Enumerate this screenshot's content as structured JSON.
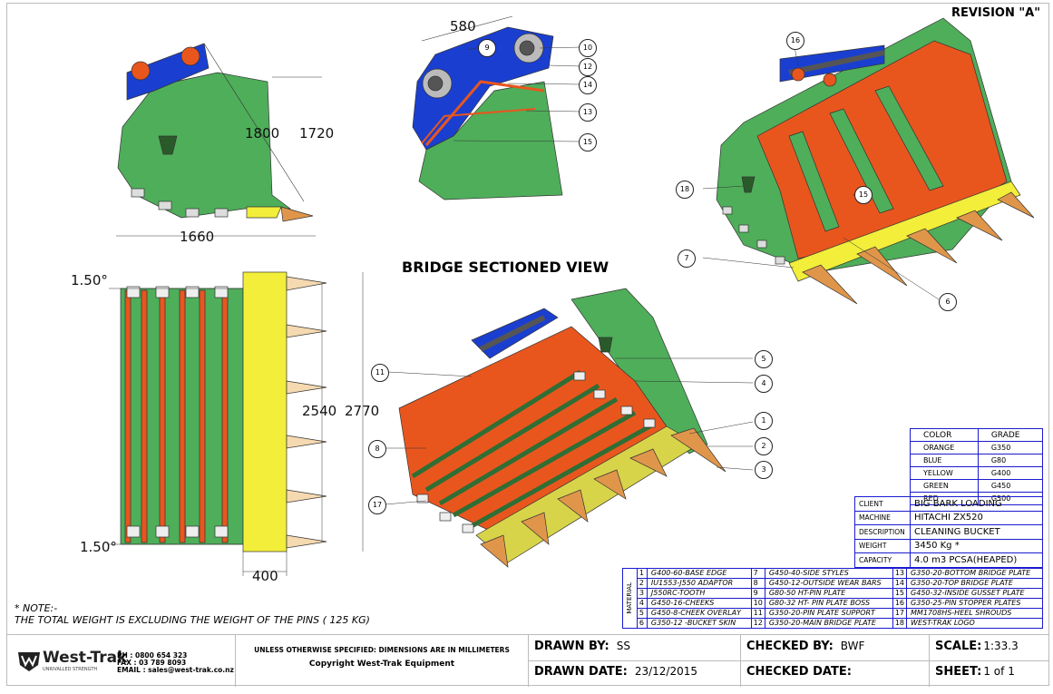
{
  "revision": "REVISION \"A\"",
  "section_title": "BRIDGE SECTIONED VIEW",
  "dimensions": {
    "bridge_width": "580",
    "height_outer": "1800",
    "height_inner": "1720",
    "depth": "1660",
    "angle_top": "1.50°",
    "angle_bottom": "1.50°",
    "width_inner": "2540",
    "width_outer": "2770",
    "edge_width": "400"
  },
  "callouts": {
    "c1": "1",
    "c2": "2",
    "c3": "3",
    "c4": "4",
    "c5": "5",
    "c6": "6",
    "c7": "7",
    "c8": "8",
    "c9": "9",
    "c10": "10",
    "c11": "11",
    "c12": "12",
    "c13": "13",
    "c14": "14",
    "c15": "15",
    "c15b": "15",
    "c16": "16",
    "c17": "17",
    "c18": "18"
  },
  "color_table": {
    "headers": [
      "COLOR",
      "GRADE"
    ],
    "rows": [
      [
        "ORANGE",
        "G350"
      ],
      [
        "BLUE",
        "G80"
      ],
      [
        "YELLOW",
        "G400"
      ],
      [
        "GREEN",
        "G450"
      ],
      [
        "RED",
        "G500"
      ]
    ]
  },
  "info_table": [
    [
      "CLIENT",
      "BIG BARK LOADING"
    ],
    [
      "MACHINE",
      "HITACHI ZX520"
    ],
    [
      "DESCRIPTION",
      "CLEANING BUCKET"
    ],
    [
      "WEIGHT",
      "3450 Kg *"
    ],
    [
      "CAPACITY",
      "4.0 m3 PCSA(HEAPED)"
    ]
  ],
  "material": {
    "label": "MATERIAL",
    "items": [
      [
        "1",
        "G400-60-BASE EDGE",
        "7",
        "G450-40-SIDE STYLES",
        "13",
        "G350-20-BOTTOM BRIDGE PLATE"
      ],
      [
        "2",
        "IU1553-J550 ADAPTOR",
        "8",
        "G450-12-OUTSIDE WEAR BARS",
        "14",
        "G350-20-TOP BRIDGE PLATE"
      ],
      [
        "3",
        "J550RC-TOOTH",
        "9",
        "G80-50 HT-PIN PLATE",
        "15",
        "G450-32-INSIDE GUSSET PLATE"
      ],
      [
        "4",
        "G450-16-CHEEKS",
        "10",
        "G80-32 HT- PIN PLATE BOSS",
        "16",
        "G350-25-PIN STOPPER PLATES"
      ],
      [
        "5",
        "G450-8-CHEEK OVERLAY",
        "11",
        "G350-20-PIN PLATE SUPPORT",
        "17",
        "MM1708HS-HEEL SHROUDS"
      ],
      [
        "6",
        "G350-12 -BUCKET SKIN",
        "12",
        "G350-20-MAIN BRIDGE PLATE",
        "18",
        "WEST-TRAK LOGO"
      ]
    ]
  },
  "note": {
    "title": "* NOTE:-",
    "text": "THE TOTAL WEIGHT IS EXCLUDING THE WEIGHT OF THE PINS ( 125 KG)"
  },
  "title_block": {
    "logo": "West-Trak",
    "tagline": "UNRIVALLED STRENGTH",
    "phone": "PH : 0800 654 323",
    "fax": "FAX : 03 789 8093",
    "email": "EMAIL : sales@west-trak.co.nz",
    "units": "UNLESS OTHERWISE SPECIFIED: DIMENSIONS ARE IN MILLIMETERS",
    "copyright": "Copyright West-Trak Equipment",
    "drawn_by_label": "DRAWN BY:",
    "drawn_by": "SS",
    "drawn_date_label": "DRAWN DATE:",
    "drawn_date": "23/12/2015",
    "checked_by_label": "CHECKED BY:",
    "checked_by": "BWF",
    "checked_date_label": "CHECKED DATE:",
    "checked_date": "",
    "scale_label": "SCALE:",
    "scale": "1:33.3",
    "sheet_label": "SHEET:",
    "sheet": "1 of 1"
  },
  "colors": {
    "green": "#4fae5a",
    "orange": "#e8561e",
    "blue": "#1a3fd0",
    "yellow": "#f2ee3a",
    "tooth": "#e0964a",
    "border": "#1a1ad0"
  }
}
